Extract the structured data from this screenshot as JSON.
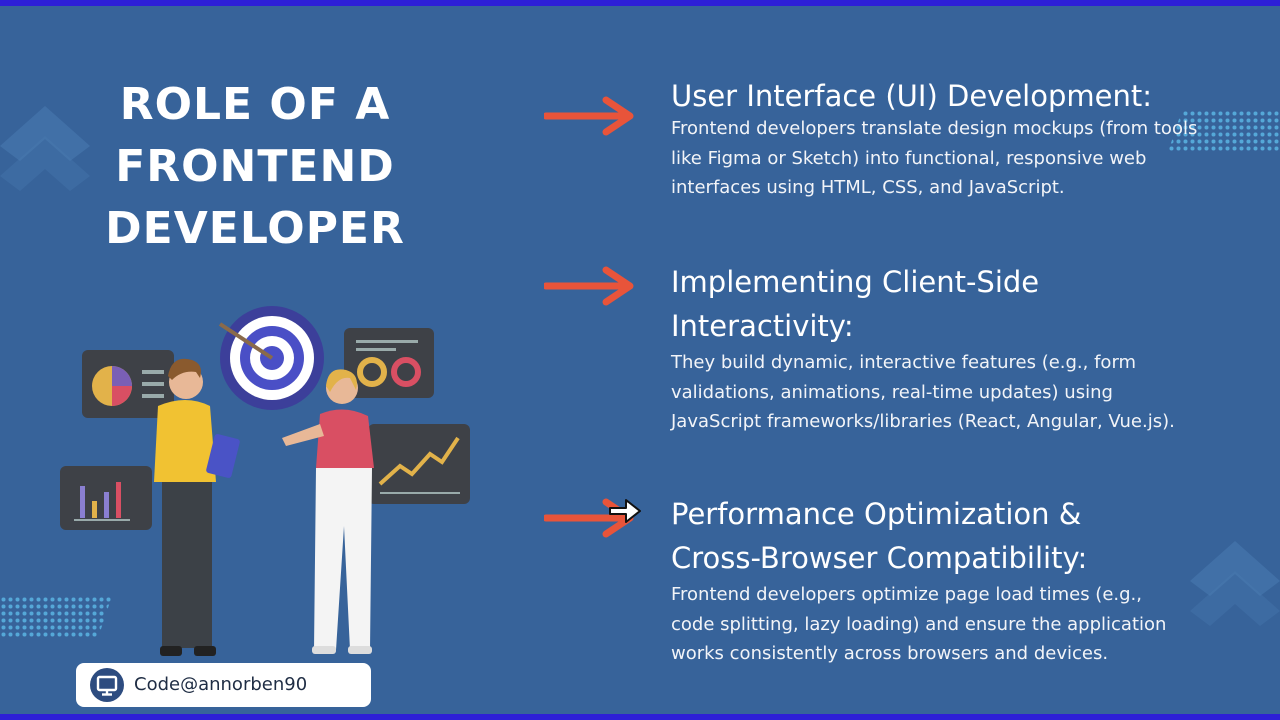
{
  "title": "ROLE OF A\nFRONTEND\nDEVELOPER",
  "sections": [
    {
      "title": "User Interface (UI) Development:",
      "body": "Frontend developers translate design mockups (from tools like Figma or Sketch) into functional, responsive web interfaces using HTML, CSS, and JavaScript."
    },
    {
      "title": "Implementing Client-Side Interactivity:",
      "body": "They build dynamic, interactive features (e.g., form validations, animations, real-time updates) using JavaScript frameworks/libraries (React, Angular, Vue.js)."
    },
    {
      "title": "Performance Optimization & Cross-Browser Compatibility:",
      "body": "Frontend developers optimize page load times (e.g., code splitting, lazy loading) and ensure the application works consistently across browsers and devices."
    }
  ],
  "footer": {
    "handle": "Code@annorben90"
  },
  "colors": {
    "background": "#37639a",
    "frame": "#2d1fd6",
    "arrow": "#e8543a",
    "accent_dots": "#55a8d8",
    "text": "#ffffff"
  },
  "icons": [
    "arrow-right-icon",
    "monitor-icon",
    "target-icon",
    "pie-chart-icon",
    "bar-chart-icon",
    "line-chart-icon",
    "donut-chart-icon"
  ]
}
